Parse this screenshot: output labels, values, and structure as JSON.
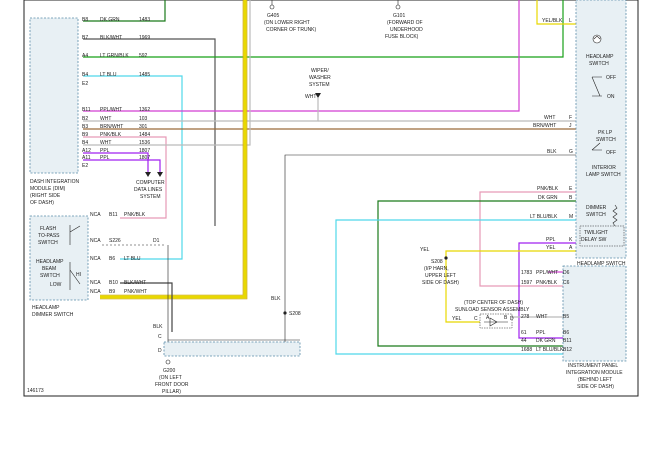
{
  "diagram_id": "146173",
  "dim_module": {
    "label": [
      "DASH INTEGRATION",
      "MODULE (DIM)",
      "(RIGHT SIDE",
      "OF DASH)"
    ]
  },
  "dim_pins": [
    {
      "pin": "B8",
      "color_label": "DK GRN",
      "circuit": "1483",
      "color": "#1a7a1a"
    },
    {
      "pin": "B7",
      "color_label": "BLK/WHT",
      "circuit": "1969",
      "color": "#444444"
    },
    {
      "pin": "A4",
      "color_label": "LT GRN/BLK",
      "circuit": "592",
      "color": "#18a018"
    },
    {
      "pin": "B4",
      "color_label": "LT BLU",
      "circuit": "1485",
      "color": "#4fd8ea"
    },
    {
      "pin": "E2",
      "color_label": "",
      "circuit": "",
      "color": "#222222"
    },
    {
      "pin": "B11",
      "color_label": "PPL/WHT",
      "circuit": "1362",
      "color": "#d23fd2"
    },
    {
      "pin": "B2",
      "color_label": "WHT",
      "circuit": "103",
      "color": "#bbbbbb"
    },
    {
      "pin": "B3",
      "color_label": "BRN/WHT",
      "circuit": "301",
      "color": "#9a6a3a"
    },
    {
      "pin": "B9",
      "color_label": "PNK/BLK",
      "circuit": "1484",
      "color": "#e79ab6"
    },
    {
      "pin": "B4",
      "color_label": "WHT",
      "circuit": "1536",
      "color": "#bbbbbb"
    },
    {
      "pin": "A12",
      "color_label": "PPL",
      "circuit": "1807",
      "color": "#a020f0"
    },
    {
      "pin": "A11",
      "color_label": "PPL",
      "circuit": "1807",
      "color": "#a020f0"
    },
    {
      "pin": "E2",
      "color_label": "",
      "circuit": "",
      "color": "#222222"
    }
  ],
  "top_grounds": [
    {
      "id": "G405",
      "lines": [
        "G405",
        "(ON LOWER RIGHT",
        "CORNER OF TRUNK)"
      ]
    },
    {
      "id": "G101",
      "lines": [
        "G101",
        "(FORWARD OF",
        "UNDERHOOD",
        "FUSE BLOCK)"
      ]
    }
  ],
  "wiper": {
    "lines": [
      "WIPER/",
      "WASHER",
      "SYSTEM"
    ],
    "wire": "WHT"
  },
  "computer_data": {
    "lines": [
      "COMPUTER",
      "DATA LINES",
      "SYSTEM"
    ]
  },
  "headlamp_switch": {
    "title": "HEADLAMP SWITCH",
    "subtitle": [
      "HEADLAMP",
      "SWITCH"
    ],
    "off": "OFF",
    "on": "ON",
    "pk_lp": [
      "PK LP",
      "SWITCH"
    ],
    "interior": [
      "INTERIOR",
      "LAMP SWITCH"
    ],
    "dimmer": [
      "DIMMER",
      "SWITCH"
    ],
    "twilight": [
      "TWILIGHT",
      "DELAY SW"
    ],
    "wires": [
      {
        "label": "YEL/BLK",
        "pin": "L",
        "color": "#e8d800"
      },
      {
        "label": "WHT",
        "pin": "F",
        "color": "#bbbbbb"
      },
      {
        "label": "BRN/WHT",
        "pin": "J",
        "color": "#9a6a3a"
      },
      {
        "label": "BLK",
        "pin": "G",
        "color": "#222222"
      },
      {
        "label": "PNK/BLK",
        "pin": "E",
        "color": "#e79ab6"
      },
      {
        "label": "DK GRN",
        "pin": "B",
        "color": "#1a7a1a"
      },
      {
        "label": "LT BLU/BLK",
        "pin": "M",
        "color": "#4fd8ea"
      },
      {
        "label": "PPL",
        "pin": "K",
        "color": "#a020f0"
      },
      {
        "label": "YEL",
        "pin": "A",
        "color": "#e8d800"
      }
    ]
  },
  "dimmer_switch": {
    "title": [
      "HEADLAMP",
      "DIMMER SWITCH"
    ],
    "flash": [
      "FLASH",
      "TO-PASS",
      "SWITCH"
    ],
    "beam": [
      "HEADLAMP",
      "BEAM",
      "SWITCH"
    ],
    "low": "LOW",
    "hi": "HI",
    "rows": [
      {
        "nca": "NCA",
        "pin": "B11",
        "label": "PNK/BLK"
      },
      {
        "nca": "NCA",
        "pin": "S226",
        "label": "D1"
      },
      {
        "nca": "NCA",
        "pin": "B6",
        "label": "LT BLU"
      },
      {
        "nca": "NCA",
        "pin": "B10",
        "label": "BLK/WHT"
      },
      {
        "nca": "NCA",
        "pin": "B9",
        "label": "PNK/WHT"
      }
    ]
  },
  "s208": {
    "lines": [
      "S208",
      "(I/P HARN,",
      "UPPER LEFT",
      "SIDE OF DASH)"
    ],
    "wire": "YEL"
  },
  "s208_lower": {
    "label": "S208",
    "wire": "BLK"
  },
  "sunload": {
    "lines": [
      "(TOP CENTER OF DASH)",
      "SUNLOAD SENSOR ASSEMBLY"
    ],
    "a": "A",
    "b": "B",
    "c": "C",
    "d": "D",
    "yel": "YEL"
  },
  "ipm": {
    "lines": [
      "INSTRUMENT PANEL",
      "INTEGRATION MODULE",
      "(BEHIND LEFT",
      "SIDE OF DASH)"
    ],
    "pins": [
      {
        "circuit": "1783",
        "label": "PPL/WHT",
        "pin": "D6"
      },
      {
        "circuit": "1597",
        "label": "PNK/BLK",
        "pin": "C6"
      },
      {
        "circuit": "278",
        "label": "WHT",
        "pin": "B5"
      },
      {
        "circuit": "61",
        "label": "PPL",
        "pin": "B6"
      },
      {
        "circuit": "44",
        "label": "DK GRN",
        "pin": "B11"
      },
      {
        "circuit": "1688",
        "label": "LT BLU/BLK",
        "pin": "B12"
      }
    ]
  },
  "g200": {
    "lines": [
      "G200",
      "(ON LEFT",
      "FRONT DOOR",
      "PILLAR)"
    ],
    "wire": "BLK",
    "pin": "C",
    "pin2": "D"
  }
}
